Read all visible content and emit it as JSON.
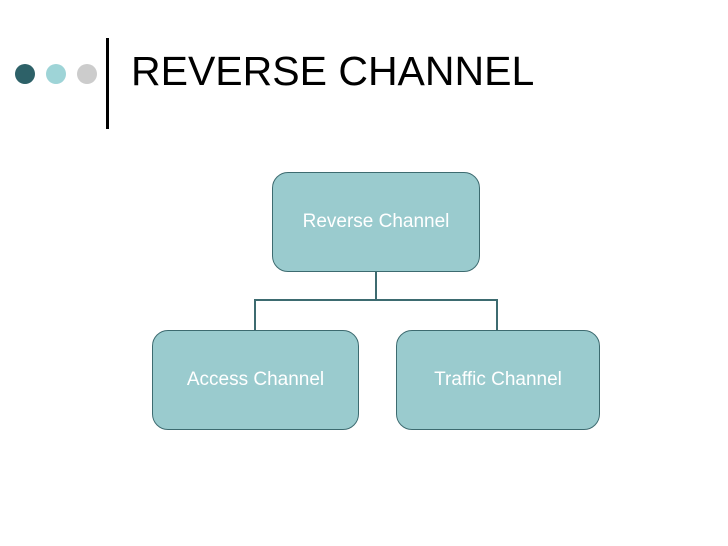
{
  "slide": {
    "title": "REVERSE CHANNEL",
    "background_color": "#ffffff",
    "decor": {
      "dots": [
        {
          "name": "dot-dark-teal",
          "color": "#2d6168"
        },
        {
          "name": "dot-light-teal",
          "color": "#9ed4d7"
        },
        {
          "name": "dot-gray",
          "color": "#cccccc"
        }
      ],
      "rule_color": "#000000"
    }
  },
  "diagram": {
    "type": "hierarchy",
    "node_fill": "#9acbce",
    "node_border": "#3d6b70",
    "node_text_color": "#ffffff",
    "connector_color": "#3d6b70",
    "root": {
      "id": "reverse-channel",
      "label": "Reverse Channel"
    },
    "children": [
      {
        "id": "access-channel",
        "label": "Access Channel"
      },
      {
        "id": "traffic-channel",
        "label": "Traffic Channel"
      }
    ]
  }
}
